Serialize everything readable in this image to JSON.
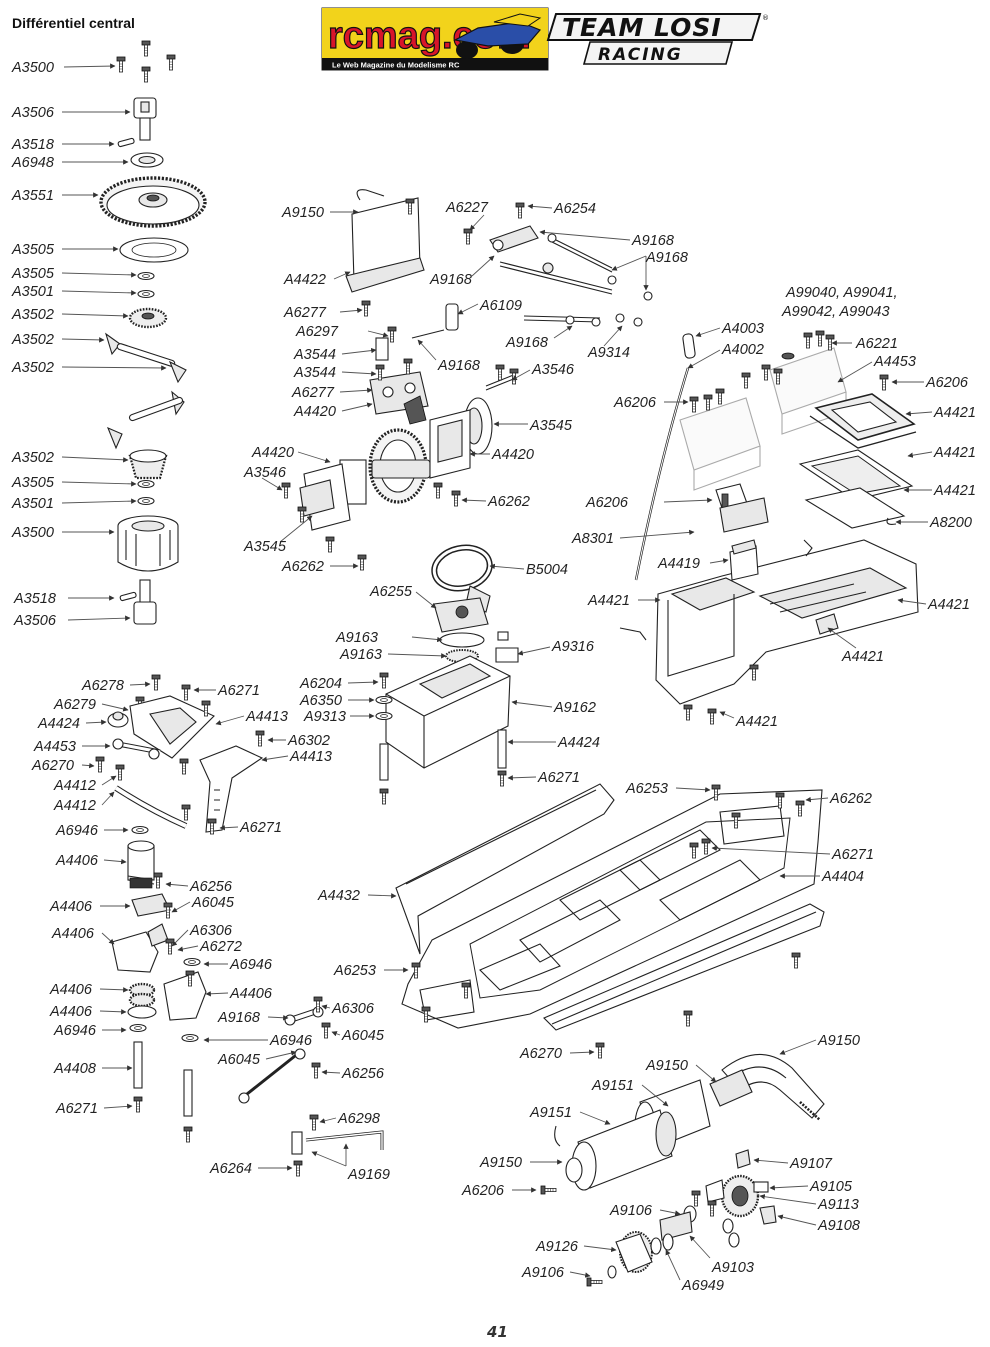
{
  "page": {
    "section_title": "Différentiel central",
    "page_number": "41"
  },
  "header": {
    "site_logo": {
      "name": "rcmag.com",
      "tagline": "Le Web Magazine du Modelisme RC"
    },
    "brand_logo": {
      "name": "TEAM LOSI",
      "sub": "RACING"
    }
  },
  "colors": {
    "logo_red": "#d8152a",
    "logo_yellow": "#f2d31b",
    "logo_black": "#111111",
    "logo_blue": "#2a4ea8"
  },
  "labels": {
    "A3500a": "A3500",
    "A3506a": "A3506",
    "A3518a": "A3518",
    "A6948": "A6948",
    "A3551": "A3551",
    "A3505a": "A3505",
    "A3505b": "A3505",
    "A3501a": "A3501",
    "A3502a": "A3502",
    "A3502b": "A3502",
    "A3502c": "A3502",
    "A3502d": "A3502",
    "A3505c": "A3505",
    "A3501b": "A3501",
    "A3500b": "A3500",
    "A3518b": "A3518",
    "A3506b": "A3506",
    "A9150a": "A9150",
    "A4422": "A4422",
    "A6227": "A6227",
    "A6254": "A6254",
    "A9168a": "A9168",
    "A9168b": "A9168",
    "A9168c": "A9168",
    "A6277a": "A6277",
    "A6109": "A6109",
    "A6297": "A6297",
    "A9168d": "A9168",
    "A9314": "A9314",
    "A3544a": "A3544",
    "A9168e": "A9168",
    "A3544b": "A3544",
    "A3546a": "A3546",
    "A6277b": "A6277",
    "A4420a": "A4420",
    "A3545a": "A3545",
    "A4420b": "A4420",
    "A4420c": "A4420",
    "A3546b": "A3546",
    "A6262a": "A6262",
    "A3545b": "A3545",
    "A6262b": "A6262",
    "B5004": "B5004",
    "A6255": "A6255",
    "A9163a": "A9163",
    "A9163b": "A9163",
    "A9316": "A9316",
    "A6204": "A6204",
    "A6350": "A6350",
    "A9313": "A9313",
    "A9162": "A9162",
    "A4424b": "A4424",
    "A6271c": "A6271",
    "A99040": "A99040, A99041,",
    "A99042": "A99042, A99043",
    "A4003": "A4003",
    "A4002": "A4002",
    "A6221": "A6221",
    "A4453b": "A4453",
    "A6206a": "A6206",
    "A6206b": "A6206",
    "A4421a": "A4421",
    "A4421b": "A4421",
    "A4421c": "A4421",
    "A6206c": "A6206",
    "A8200": "A8200",
    "A8301": "A8301",
    "A4419": "A4419",
    "A4421d": "A4421",
    "A4421e": "A4421",
    "A4421f": "A4421",
    "A4421g": "A4421",
    "A6278": "A6278",
    "A6271a": "A6271",
    "A6279": "A6279",
    "A4424a": "A4424",
    "A4413a": "A4413",
    "A4453a": "A4453",
    "A6302": "A6302",
    "A4413b": "A4413",
    "A6270a": "A6270",
    "A4412a": "A4412",
    "A4412b": "A4412",
    "A6946a": "A6946",
    "A6271b": "A6271",
    "A4406a": "A4406",
    "A6256a": "A6256",
    "A4406b": "A4406",
    "A6045a": "A6045",
    "A4406c": "A4406",
    "A6306a": "A6306",
    "A6272": "A6272",
    "A6946b": "A6946",
    "A4406d": "A4406",
    "A4406e": "A4406",
    "A4406f": "A4406",
    "A6946c": "A6946",
    "A9168f": "A9168",
    "A6306b": "A6306",
    "A6946d": "A6946",
    "A6045b": "A6045",
    "A6045c": "A6045",
    "A4408": "A4408",
    "A6256b": "A6256",
    "A6271d": "A6271",
    "A6298": "A6298",
    "A6264": "A6264",
    "A9169": "A9169",
    "A6253a": "A6253",
    "A6262c": "A6262",
    "A6271e": "A6271",
    "A4404": "A4404",
    "A4432": "A4432",
    "A6253b": "A6253",
    "A6270b": "A6270",
    "A9150b": "A9150",
    "A9150c": "A9150",
    "A9151a": "A9151",
    "A9151b": "A9151",
    "A9150d": "A9150",
    "A9107": "A9107",
    "A6206d": "A6206",
    "A9105": "A9105",
    "A9113": "A9113",
    "A9106a": "A9106",
    "A9108": "A9108",
    "A9126": "A9126",
    "A9103": "A9103",
    "A9106b": "A9106",
    "A6949": "A6949"
  }
}
